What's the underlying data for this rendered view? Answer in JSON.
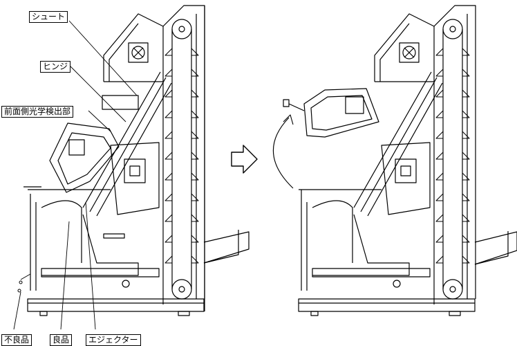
{
  "labels": {
    "chute": "シュート",
    "hinge": "ヒンジ",
    "front_sensor": "前面側光学検出部",
    "reject": "不良品",
    "good": "良品",
    "ejector": "エジェクター"
  },
  "colors": {
    "line": "#000000",
    "background": "#ffffff"
  }
}
